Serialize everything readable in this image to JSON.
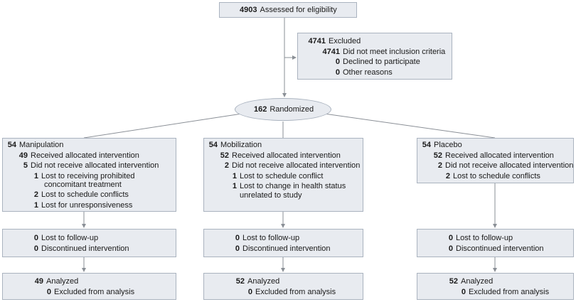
{
  "assessed": {
    "n": "4903",
    "label": "Assessed for eligibility"
  },
  "excluded": {
    "n": "4741",
    "label": "Excluded",
    "reasons": [
      {
        "n": "4741",
        "label": "Did not meet inclusion criteria"
      },
      {
        "n": "0",
        "label": "Declined to participate"
      },
      {
        "n": "0",
        "label": "Other reasons"
      }
    ]
  },
  "randomized": {
    "n": "162",
    "label": "Randomized"
  },
  "arms": [
    {
      "n": "54",
      "name": "Manipulation",
      "received": {
        "n": "49",
        "label": "Received allocated intervention"
      },
      "not_received": {
        "n": "5",
        "label": "Did not receive allocated intervention"
      },
      "reasons": [
        {
          "n": "1",
          "label": "Lost to receiving prohibited",
          "label2": "concomitant treatment"
        },
        {
          "n": "2",
          "label": "Lost to schedule conflicts"
        },
        {
          "n": "1",
          "label": "Lost for unresponsiveness"
        }
      ],
      "followup": [
        {
          "n": "0",
          "label": "Lost to follow-up"
        },
        {
          "n": "0",
          "label": "Discontinued intervention"
        }
      ],
      "analyzed": {
        "n": "49",
        "label": "Analyzed"
      },
      "excluded_analysis": {
        "n": "0",
        "label": "Excluded from analysis"
      }
    },
    {
      "n": "54",
      "name": "Mobilization",
      "received": {
        "n": "52",
        "label": "Received allocated intervention"
      },
      "not_received": {
        "n": "2",
        "label": "Did not receive allocated intervention"
      },
      "reasons": [
        {
          "n": "1",
          "label": "Lost to schedule conflict"
        },
        {
          "n": "1",
          "label": "Lost to change in health status",
          "label2": "unrelated to study"
        }
      ],
      "followup": [
        {
          "n": "0",
          "label": "Lost to follow-up"
        },
        {
          "n": "0",
          "label": "Discontinued intervention"
        }
      ],
      "analyzed": {
        "n": "52",
        "label": "Analyzed"
      },
      "excluded_analysis": {
        "n": "0",
        "label": "Excluded from analysis"
      }
    },
    {
      "n": "54",
      "name": "Placebo",
      "received": {
        "n": "52",
        "label": "Received allocated intervention"
      },
      "not_received": {
        "n": "2",
        "label": "Did not receive allocated intervention"
      },
      "reasons": [
        {
          "n": "2",
          "label": "Lost to schedule conflicts"
        }
      ],
      "followup": [
        {
          "n": "0",
          "label": "Lost to follow-up"
        },
        {
          "n": "0",
          "label": "Discontinued intervention"
        }
      ],
      "analyzed": {
        "n": "52",
        "label": "Analyzed"
      },
      "excluded_analysis": {
        "n": "0",
        "label": "Excluded from analysis"
      }
    }
  ]
}
